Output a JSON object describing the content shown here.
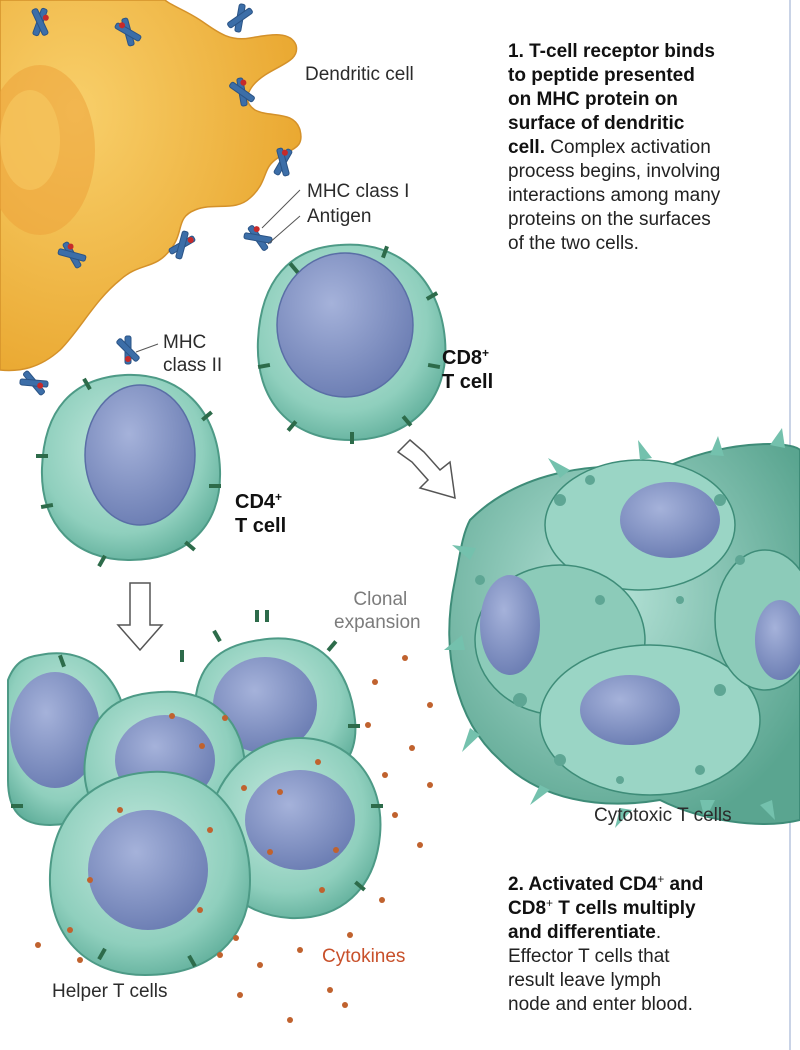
{
  "labels": {
    "dendritic_cell": "Dendritic cell",
    "mhc_class_1": "MHC class I",
    "antigen": "Antigen",
    "mhc_class_2_a": "MHC",
    "mhc_class_2_b": "class II",
    "cd8_a": "CD8",
    "cd8_sup": "+",
    "cd8_b": "T cell",
    "cd4_a": "CD4",
    "cd4_sup": "+",
    "cd4_b": "T cell",
    "clonal_a": "Clonal",
    "clonal_b": "expansion",
    "cytotoxic": "Cytotoxic T cells",
    "helper": "Helper T cells",
    "cytokines": "Cytokines"
  },
  "step1": {
    "bold_lines": [
      "1. T-cell receptor binds",
      "to peptide presented",
      "on MHC protein on",
      "surface of dendritic"
    ],
    "last_bold": "cell.",
    "rest_first": " Complex activation",
    "rest_lines": [
      "process begins, involving",
      "interactions among many",
      "proteins on the surfaces",
      "of the two cells."
    ]
  },
  "step2": {
    "l1_bold": "2. Activated CD4",
    "l1_sup": "+",
    "l1_end": " and",
    "l2_bold": "CD8",
    "l2_sup": "+",
    "l2_end": " T cells multiply",
    "l3_bold": "and differentiate",
    "l3_end": ".",
    "rest_lines": [
      "Effector T cells that",
      "result leave lymph",
      "node and enter blood."
    ]
  },
  "colors": {
    "dendritic": "#f3b743",
    "t_cell_outer": "#7cc2b0",
    "t_cell_inner": "#a9dccd",
    "nucleus": "#7d8fc0",
    "receptor": "#3c6ea8",
    "antigen": "#c62a2a",
    "cytokine": "#c0622e",
    "cytokine_label": "#c8502a"
  }
}
